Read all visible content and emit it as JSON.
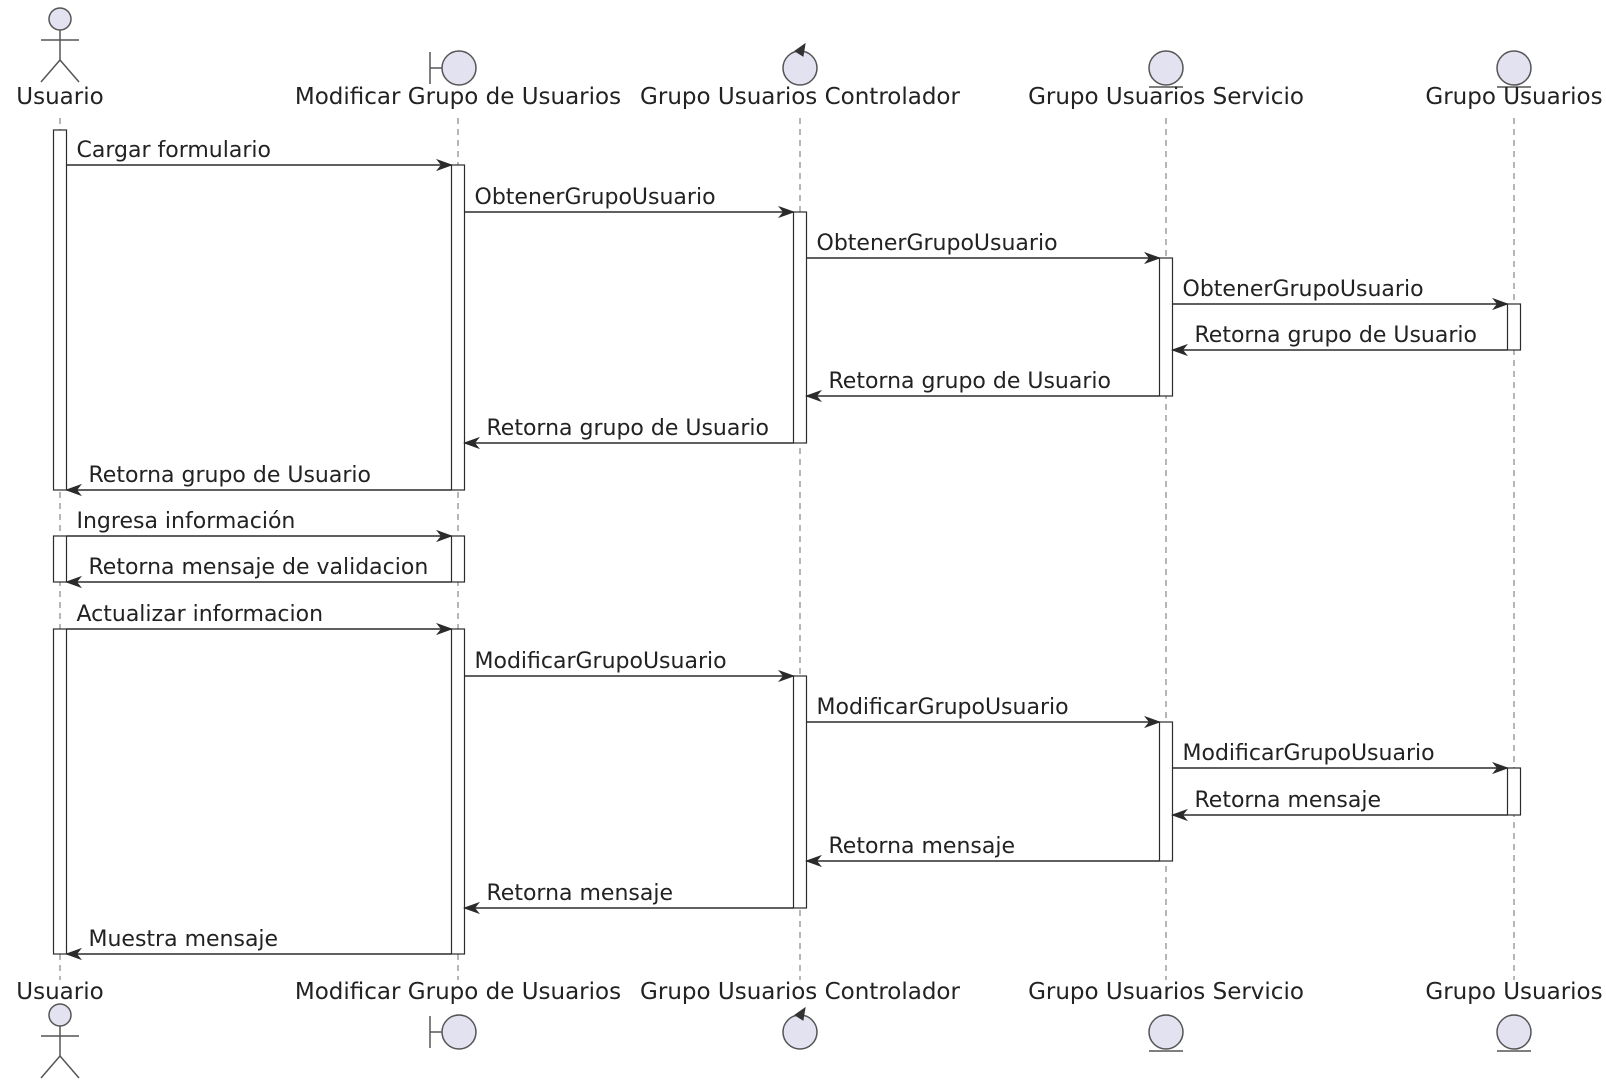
{
  "participants": [
    {
      "id": "usuario",
      "name": "Usuario",
      "kind": "actor"
    },
    {
      "id": "modificar",
      "name": "Modificar Grupo de Usuarios",
      "kind": "boundary"
    },
    {
      "id": "controlador",
      "name": "Grupo Usuarios Controlador",
      "kind": "control"
    },
    {
      "id": "servicio",
      "name": "Grupo Usuarios Servicio",
      "kind": "entity"
    },
    {
      "id": "grupo",
      "name": "Grupo Usuarios",
      "kind": "entity"
    }
  ],
  "messages": [
    {
      "from": "usuario",
      "to": "modificar",
      "label": "Cargar formulario"
    },
    {
      "from": "modificar",
      "to": "controlador",
      "label": "ObtenerGrupoUsuario"
    },
    {
      "from": "controlador",
      "to": "servicio",
      "label": "ObtenerGrupoUsuario"
    },
    {
      "from": "servicio",
      "to": "grupo",
      "label": "ObtenerGrupoUsuario"
    },
    {
      "from": "grupo",
      "to": "servicio",
      "label": "Retorna grupo de Usuario"
    },
    {
      "from": "servicio",
      "to": "controlador",
      "label": "Retorna grupo de Usuario"
    },
    {
      "from": "controlador",
      "to": "modificar",
      "label": "Retorna grupo de Usuario"
    },
    {
      "from": "modificar",
      "to": "usuario",
      "label": "Retorna grupo de Usuario"
    },
    {
      "from": "usuario",
      "to": "modificar",
      "label": "Ingresa información"
    },
    {
      "from": "modificar",
      "to": "usuario",
      "label": "Retorna mensaje de validacion"
    },
    {
      "from": "usuario",
      "to": "modificar",
      "label": "Actualizar informacion"
    },
    {
      "from": "modificar",
      "to": "controlador",
      "label": "ModificarGrupoUsuario"
    },
    {
      "from": "controlador",
      "to": "servicio",
      "label": "ModificarGrupoUsuario"
    },
    {
      "from": "servicio",
      "to": "grupo",
      "label": "ModificarGrupoUsuario"
    },
    {
      "from": "grupo",
      "to": "servicio",
      "label": "Retorna mensaje"
    },
    {
      "from": "servicio",
      "to": "controlador",
      "label": "Retorna mensaje"
    },
    {
      "from": "controlador",
      "to": "modificar",
      "label": "Retorna mensaje"
    },
    {
      "from": "modificar",
      "to": "usuario",
      "label": "Muestra mensaje"
    }
  ],
  "colors": {
    "participant_fill": "#e2e2f0",
    "line": "#2b2b2b"
  }
}
